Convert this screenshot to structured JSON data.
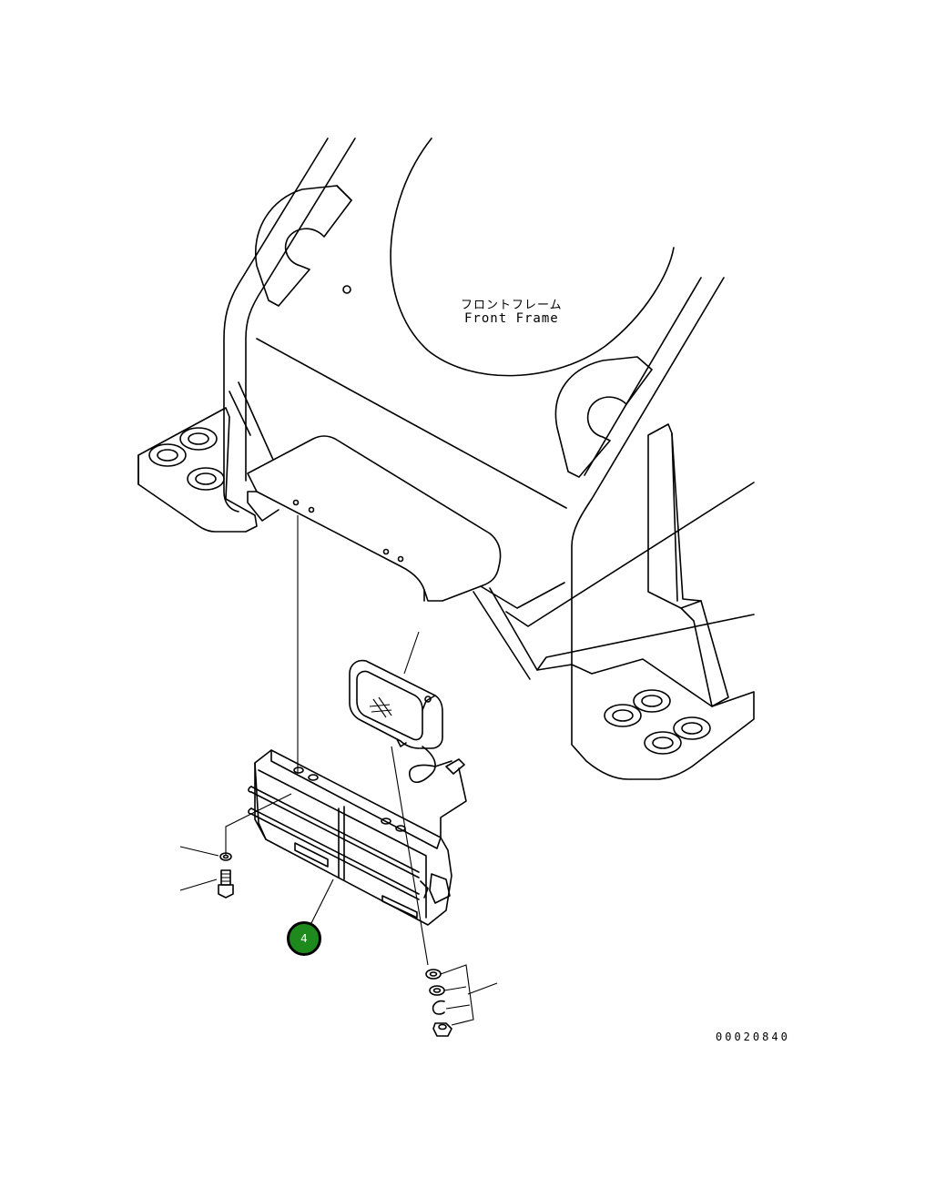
{
  "labels": {
    "frame_jp": "フロントフレーム",
    "frame_en": "Front Frame",
    "drawing_number": "00020840"
  },
  "callouts": [
    {
      "number": "4",
      "color": "#1e8a1e"
    }
  ],
  "colors": {
    "line": "#000000",
    "background": "#ffffff",
    "callout_fill": "#1e8a1e"
  }
}
